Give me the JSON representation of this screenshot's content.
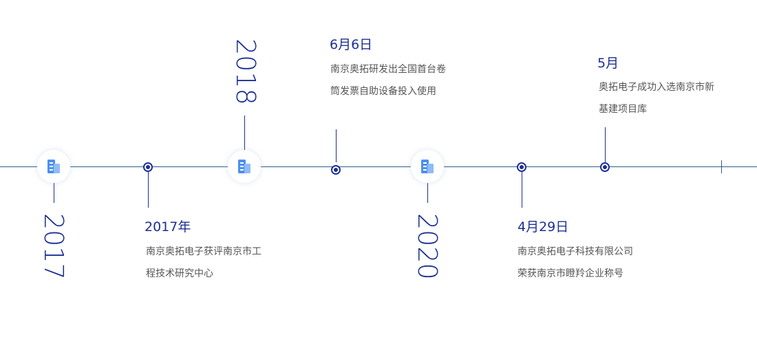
{
  "timeline": {
    "years": [
      {
        "label": "2017"
      },
      {
        "label": "2018"
      },
      {
        "label": "2020"
      }
    ],
    "events": [
      {
        "date": "2017年",
        "text": "南京奥拓电子获评南京市工程技术研究中心"
      },
      {
        "date": "6月6日",
        "text": "南京奥拓研发出全国首台卷筒发票自助设备投入使用"
      },
      {
        "date": "4月29日",
        "text": "南京奥拓电子科技有限公司荣获南京市瞪羚企业称号"
      },
      {
        "date": "5月",
        "text": "奥拓电子成功入选南京市新基建项目库"
      }
    ]
  },
  "icons": {
    "year_node": "building-icon"
  },
  "colors": {
    "axis": "#2a5d86",
    "accent": "#1c2f93",
    "icon_blue": "#4d8fef",
    "icon_light": "#8ebcf7",
    "body_text": "#555555"
  }
}
